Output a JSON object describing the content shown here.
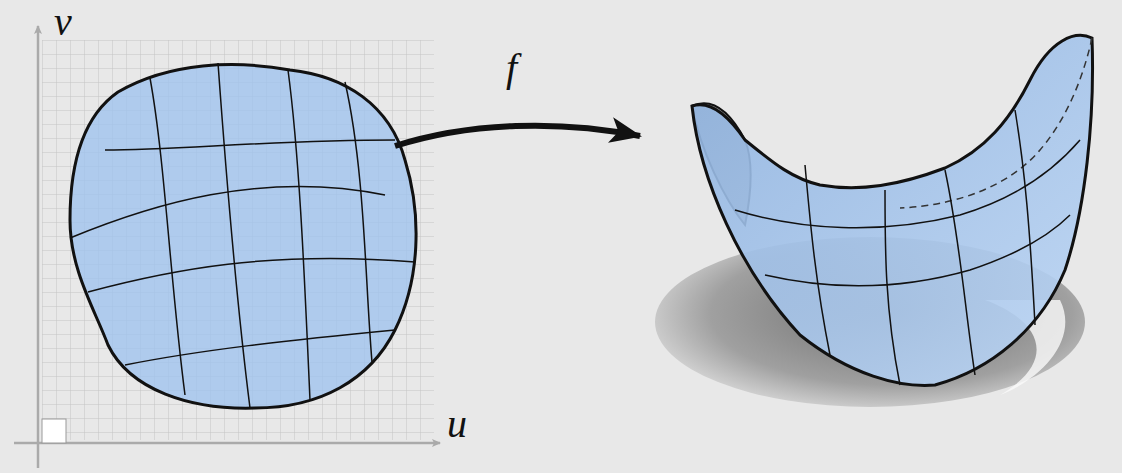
{
  "diagram": {
    "labels": [
      "v",
      "f",
      "u"
    ]
  }
}
